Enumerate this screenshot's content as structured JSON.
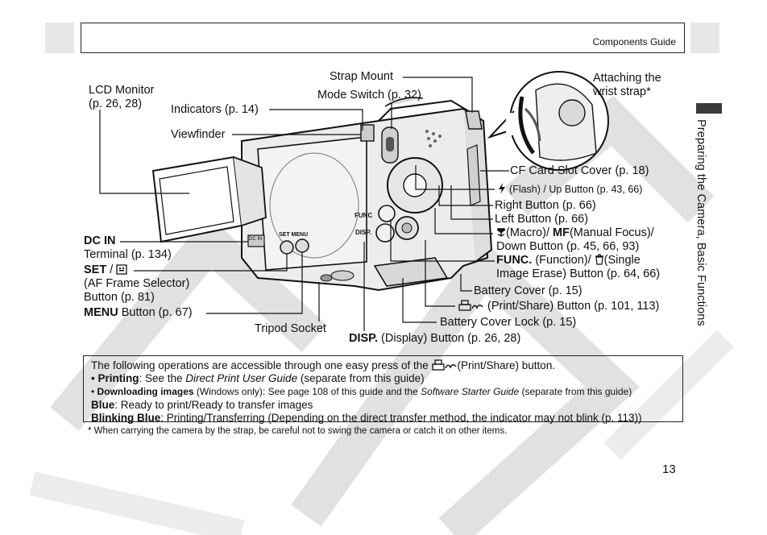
{
  "header": {
    "title": "Components Guide"
  },
  "side_tab": {
    "text": "Preparing the Camera, Basic Functions"
  },
  "page_number": "13",
  "labels": {
    "lcd_monitor": "LCD Monitor",
    "lcd_monitor_ref": "(p. 26, 28)",
    "indicators": "Indicators (p. 14)",
    "viewfinder": "Viewfinder",
    "strap_mount": "Strap Mount",
    "mode_switch": "Mode Switch (p. 32)",
    "attaching_strap_1": "Attaching the",
    "attaching_strap_2": "wrist strap*",
    "cf_card": "CF Card Slot Cover (p. 18)",
    "flash_button": "(Flash) / Up Button (p. 43, 66)",
    "right_button": "Right Button (p. 66)",
    "left_button": "Left Button (p. 66)",
    "macro_a": "(Macro)/ ",
    "macro_mf": "MF",
    "macro_b": "(Manual Focus)/",
    "down_button": "Down Button (p. 45, 66, 93)",
    "func_bold": "FUNC.",
    "func_a": " (Function)/ ",
    "func_b": "(Single",
    "func_c": "Image Erase) Button (p. 64, 66)",
    "battery_cover": "Battery Cover (p. 15)",
    "print_share": "(Print/Share) Button (p. 101, 113)",
    "battery_lock": "Battery Cover Lock (p. 15)",
    "disp_bold": "DISP.",
    "disp_rest": " (Display) Button (p. 26, 28)",
    "tripod": "Tripod Socket",
    "menu_bold": "MENU",
    "menu_rest": " Button (p. 67)",
    "dcin_bold": "DC IN",
    "dcin_rest": "Terminal (p. 134)",
    "set_bold": "SET",
    "set_slash": " / ",
    "set_l2": "(AF Frame Selector)",
    "set_l3": "Button (p. 81)"
  },
  "camera_marks": {
    "func": "FUNC",
    "disp": "DISP.",
    "set_menu": "SET  MENU",
    "dc_in": "DC IN"
  },
  "info": {
    "intro_a": "The following operations are accessible through one easy press of the ",
    "intro_b": "(Print/Share) button.",
    "bullet1_label": "Printing",
    "bullet1_a": ": See the ",
    "bullet1_italic": "Direct Print User Guide",
    "bullet1_b": " (separate from this guide)",
    "bullet2_label": "Downloading images",
    "bullet2_a": " (Windows only): See page 108 of this guide and the ",
    "bullet2_italic": "Software Starter Guide",
    "bullet2_b": " (separate from this guide)",
    "blue_label": "Blue",
    "blue_text": ": Ready to print/Ready to transfer images",
    "blink_label": "Blinking Blue",
    "blink_text": ": Printing/Transferring (Depending on the direct transfer method, the indicator may not blink (p. 113))"
  },
  "footnote": "* When carrying the camera by the strap, be careful not to swing the camera or catch it on other items.",
  "colors": {
    "watermark": "#dcdcdc",
    "header_square": "#e7e7e7",
    "side_bar": "#3a3a3a"
  }
}
